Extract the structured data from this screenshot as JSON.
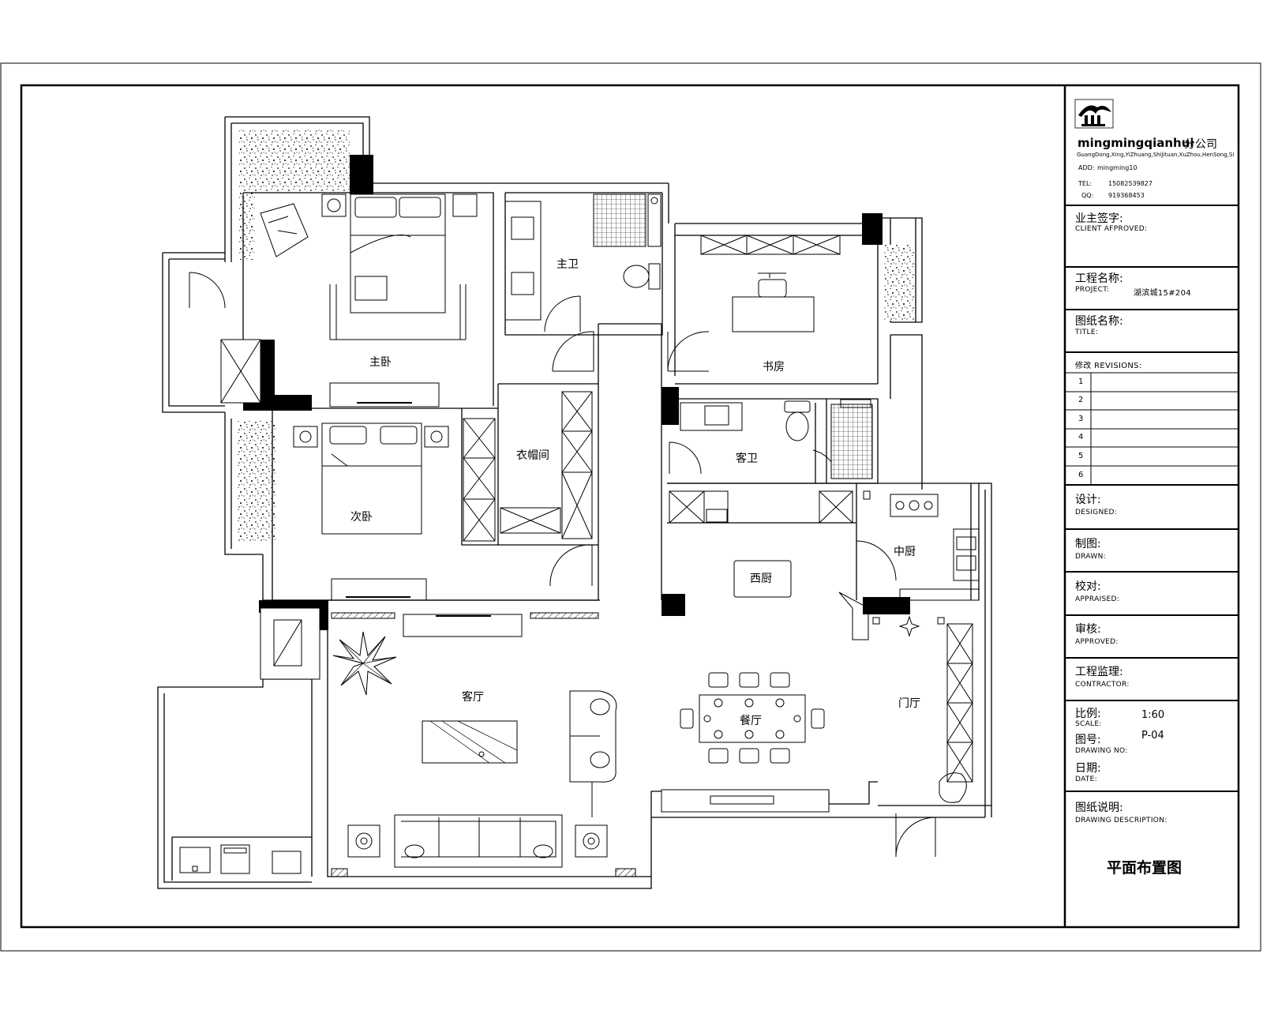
{
  "title_block": {
    "company_name": "mingmingqianhui",
    "company_suffix": "分公司",
    "address_line": "GuangDong,Xing,YiZhuang,ShiJituan,XuZhou,HenSong,Si",
    "add_label": "ADD:",
    "add_value": "mingming10",
    "tel_label": "TEL:",
    "tel_value": "15082539827",
    "qq_label": "QQ:",
    "qq_value": "919368453",
    "client_cn": "业主签字:",
    "client_en": "CLIENT AFPROVED:",
    "project_cn": "工程名称:",
    "project_en": "PROJECT:",
    "project_value": "湖滨城15#204",
    "title_cn": "图纸名称:",
    "title_en": "TITLE:",
    "revisions_label": "修改 REVISIONS:",
    "revisions": [
      "1",
      "2",
      "3",
      "4",
      "5",
      "6"
    ],
    "designed_cn": "设计:",
    "designed_en": "DESIGNED:",
    "drawn_cn": "制图:",
    "drawn_en": "DRAWN:",
    "appraised_cn": "校对:",
    "appraised_en": "APPRAISED:",
    "approved_cn": "审核:",
    "approved_en": "APPROVED:",
    "contractor_cn": "工程监理:",
    "contractor_en": "CONTRACTOR:",
    "scale_cn": "比例:",
    "scale_en": "SCALE:",
    "scale_value": "1:60",
    "drawing_no_cn": "图号:",
    "drawing_no_en": "DRAWING NO:",
    "drawing_no_value": "P-04",
    "date_cn": "日期:",
    "date_en": "DATE:",
    "description_cn": "图纸说明:",
    "description_en": "DRAWING DESCRIPTION:",
    "drawing_title": "平面布置图"
  },
  "rooms": {
    "master_bedroom": "主卧",
    "master_bath": "主卫",
    "study": "书房",
    "walk_in_closet": "衣帽间",
    "second_bedroom": "次卧",
    "guest_bath": "客卫",
    "western_kitchen": "西厨",
    "chinese_kitchen": "中厨",
    "living_room": "客厅",
    "dining_room": "餐厅",
    "foyer": "门厅"
  }
}
